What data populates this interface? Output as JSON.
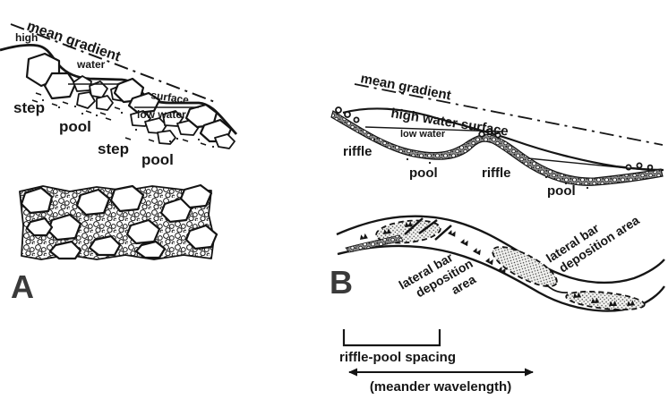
{
  "figure": {
    "background": "#ffffff",
    "ink_color": "#161616",
    "panel_letter_color": "#3a3a3a",
    "description": "Comparison of step-pool (A) and riffle-pool (B) channel morphology, profile and plan views"
  },
  "panel_a": {
    "label": "A",
    "profile": {
      "mean_gradient": "mean gradient",
      "high": "high",
      "water": "water",
      "surface": "surface",
      "low_water": "low water",
      "step_1": "step",
      "pool_1": "pool",
      "step_2": "step",
      "pool_2": "pool"
    }
  },
  "panel_b": {
    "label": "B",
    "profile": {
      "mean_gradient": "mean gradient",
      "high_water_surface": "high water surface",
      "low_water": "low water",
      "riffle_1": "riffle",
      "pool_1": "pool",
      "riffle_2": "riffle",
      "pool_2": "pool"
    },
    "plan": {
      "lateral_bar_left_line1": "lateral bar",
      "lateral_bar_left_line2": "deposition",
      "lateral_bar_left_line3": "area",
      "lateral_bar_right_line1": "lateral bar",
      "lateral_bar_right_line2": "deposition area"
    }
  },
  "annotations": {
    "riffle_pool_spacing": "riffle-pool spacing",
    "meander_wavelength": "(meander wavelength)"
  }
}
